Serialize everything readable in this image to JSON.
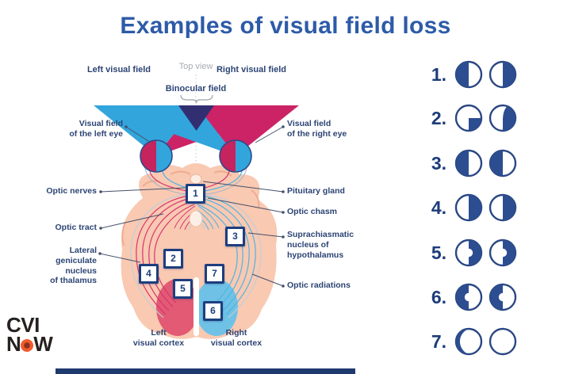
{
  "title": "Examples of visual field loss",
  "diagram": {
    "top_labels": {
      "left_field": "Left visual field",
      "top_view": "Top view",
      "right_field": "Right visual field",
      "binocular": "Binocular field"
    },
    "side_labels": {
      "visual_field_left_eye": "Visual field\nof the left eye",
      "visual_field_right_eye": "Visual field\nof the right eye",
      "optic_nerves": "Optic nerves",
      "pituitary_gland": "Pituitary gland",
      "optic_chasm": "Optic chasm",
      "optic_tract": "Optic tract",
      "suprachiasmatic": "Suprachiasmatic\nnucleus of\nhypothalamus",
      "lateral_geniculate": "Lateral\ngeniculate\nnucleus\nof thalamus",
      "optic_radiations": "Optic radiations"
    },
    "bottom_labels": {
      "left_cortex": "Left\nvisual cortex",
      "right_cortex": "Right\nvisual cortex"
    },
    "markers": [
      "1",
      "2",
      "3",
      "4",
      "5",
      "6",
      "7"
    ]
  },
  "legend": {
    "items": [
      {
        "number": "1.",
        "left_eye_pattern": "left-half-dark",
        "right_eye_pattern": "right-half-dark"
      },
      {
        "number": "2.",
        "left_eye_pattern": "lower-right-quadrant-dark",
        "right_eye_pattern": "right-wedge-dark"
      },
      {
        "number": "3.",
        "left_eye_pattern": "left-half-dark",
        "right_eye_pattern": "left-half-dark"
      },
      {
        "number": "4.",
        "left_eye_pattern": "right-half-dark",
        "right_eye_pattern": "right-half-dark"
      },
      {
        "number": "5.",
        "left_eye_pattern": "right-half-dark-central-notch",
        "right_eye_pattern": "right-half-dark-central-notch"
      },
      {
        "number": "6.",
        "left_eye_pattern": "left-half-dark-central-notch",
        "right_eye_pattern": "left-half-dark-central-notch"
      },
      {
        "number": "7.",
        "left_eye_pattern": "left-crescent-dark",
        "right_eye_pattern": "empty"
      }
    ]
  },
  "logo": {
    "cvi": "CVI",
    "n": "N",
    "w": "W"
  },
  "colors": {
    "title_blue": "#2d5ba8",
    "label_navy": "#2c4474",
    "legend_navy_fill": "#2c4e91",
    "legend_navy_stroke": "#2a4784",
    "cyan_field": "#32a5dc",
    "crimson_field": "#cb2365",
    "binocular_navy": "#312f72",
    "brain_peach": "#f9c9b2",
    "left_cortex_red": "#e25a74",
    "right_cortex_blue": "#6fc2e6",
    "logo_orange": "#f15b2c",
    "bottom_bar_navy": "#1e3a6e"
  }
}
